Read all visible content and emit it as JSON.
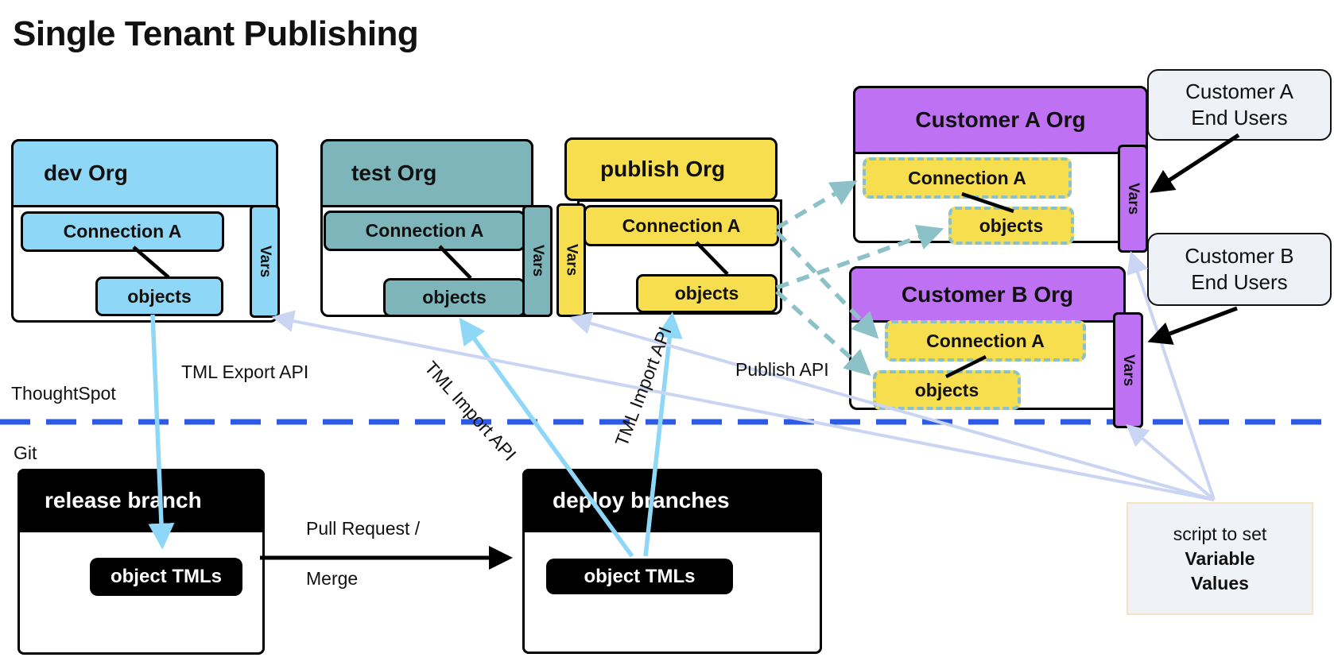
{
  "title": "Single Tenant Publishing",
  "section_labels": {
    "thoughtspot": "ThoughtSpot",
    "git": "Git"
  },
  "orgs": [
    {
      "name": "dev Org",
      "connection": "Connection A",
      "objects": "objects",
      "vars": "Vars",
      "color": "#8ED7F6"
    },
    {
      "name": "test Org",
      "connection": "Connection A",
      "objects": "objects",
      "vars": "Vars",
      "color": "#7DB5BA"
    },
    {
      "name": "publish Org",
      "connection": "Connection A",
      "objects": "objects",
      "vars": "Vars",
      "color": "#F7DE4E"
    },
    {
      "name": "Customer A Org",
      "connection": "Connection A",
      "objects": "objects",
      "vars": "Vars",
      "color": "#BE72F3",
      "item_color": "#F7DE4E"
    },
    {
      "name": "Customer B Org",
      "connection": "Connection A",
      "objects": "objects",
      "vars": "Vars",
      "color": "#BE72F3",
      "item_color": "#F7DE4E"
    }
  ],
  "git_boxes": [
    {
      "name": "release branch",
      "item": "object TMLs"
    },
    {
      "name": "deploy branches",
      "item": "object TMLs"
    }
  ],
  "end_user_boxes": [
    {
      "line1": "Customer A",
      "line2": "End Users"
    },
    {
      "line1": "Customer B",
      "line2": "End Users"
    }
  ],
  "script_box": {
    "line1": "script to set",
    "line2": "Variable",
    "line3": "Values"
  },
  "arrow_labels": {
    "tml_export": "TML Export API",
    "tml_import_test": "TML Import API",
    "tml_import_publish": "TML Import API",
    "publish_api": "Publish API",
    "pull_request_line1": "Pull Request /",
    "pull_request_line2": "Merge"
  },
  "colors": {
    "dev_blue": "#8ED7F6",
    "test_teal": "#7DB5BA",
    "publish_yellow": "#F7DE4E",
    "customer_purple": "#BE72F3",
    "divider_blue": "#2D5BE5",
    "sky_arrow": "#8FD7F7",
    "teal_dashed_arrow": "#8CC1C7",
    "variable_script_arrow": "#C9D5F3",
    "git_black": "#000000",
    "end_user_box_bg": "#EEF1F6",
    "script_box_bg": "#EFF2F6",
    "script_box_border": "#F6E3C2"
  }
}
